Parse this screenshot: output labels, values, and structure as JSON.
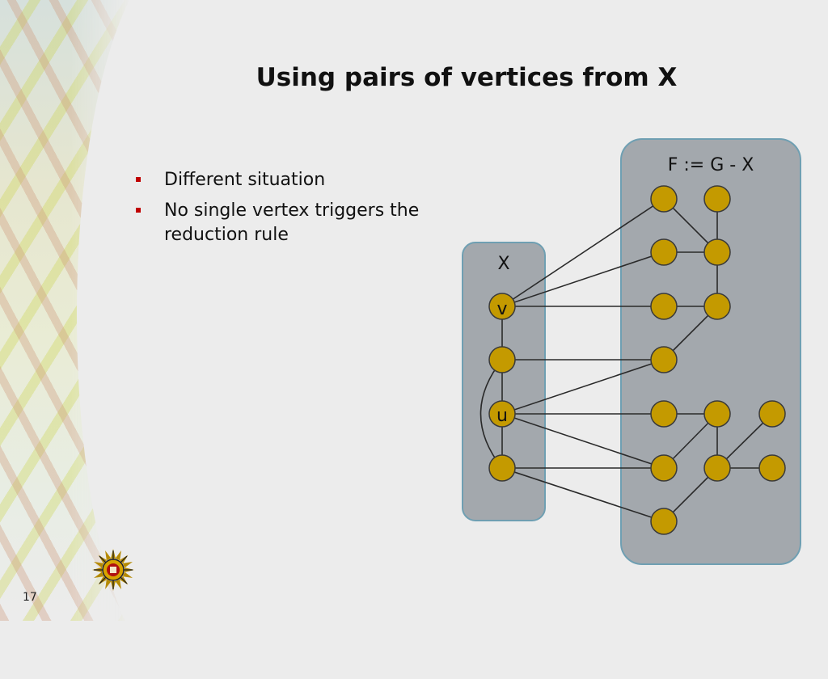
{
  "slide": {
    "title": "Using pairs of vertices from X",
    "bullets": [
      "Different situation",
      "No single vertex triggers the reduction rule"
    ],
    "page_number": "17"
  },
  "diagram": {
    "left_box_label": "X",
    "right_box_label": "F := G - X",
    "node_labels": {
      "v": "v",
      "u": "u"
    }
  },
  "colors": {
    "node_fill": "#c49a00",
    "box_fill": "#a3a8ad",
    "bullet_marker": "#c00000"
  },
  "icons": {
    "logo": "university-sun-emblem"
  }
}
